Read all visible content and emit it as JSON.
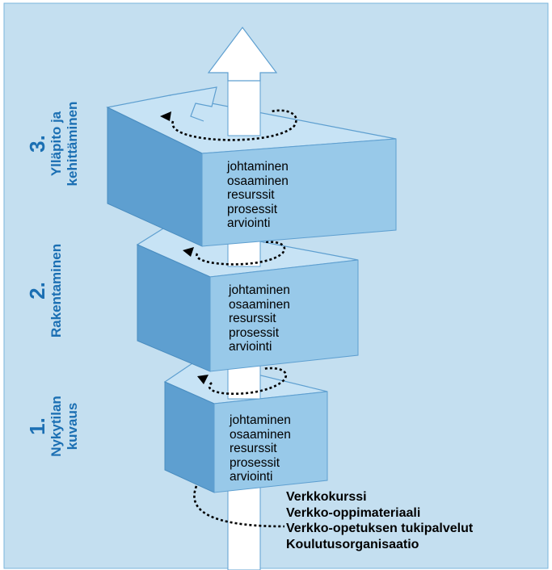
{
  "stages": [
    {
      "number": "1.",
      "lines": [
        "Nykytilan",
        "kuvaus"
      ]
    },
    {
      "number": "2.",
      "lines": [
        "Rakentaminen"
      ]
    },
    {
      "number": "3.",
      "lines": [
        "Ylläpito ja",
        "kehittäminen"
      ]
    }
  ],
  "box_items": [
    "johtaminen",
    "osaaminen",
    "resurssit",
    "prosessit",
    "arviointi"
  ],
  "bottom_items": [
    "Verkkokurssi",
    "Verkko-oppimateriaali",
    "Verkko-opetuksen tukipalvelut",
    "Koulutusorganisaatio"
  ],
  "colors": {
    "background": "#c4dff0",
    "box_top": "#c7e3f5",
    "box_front": "#98c9e9",
    "box_side": "#5e9fd0",
    "label": "#1b6fb3",
    "pole": "#ffffff"
  }
}
